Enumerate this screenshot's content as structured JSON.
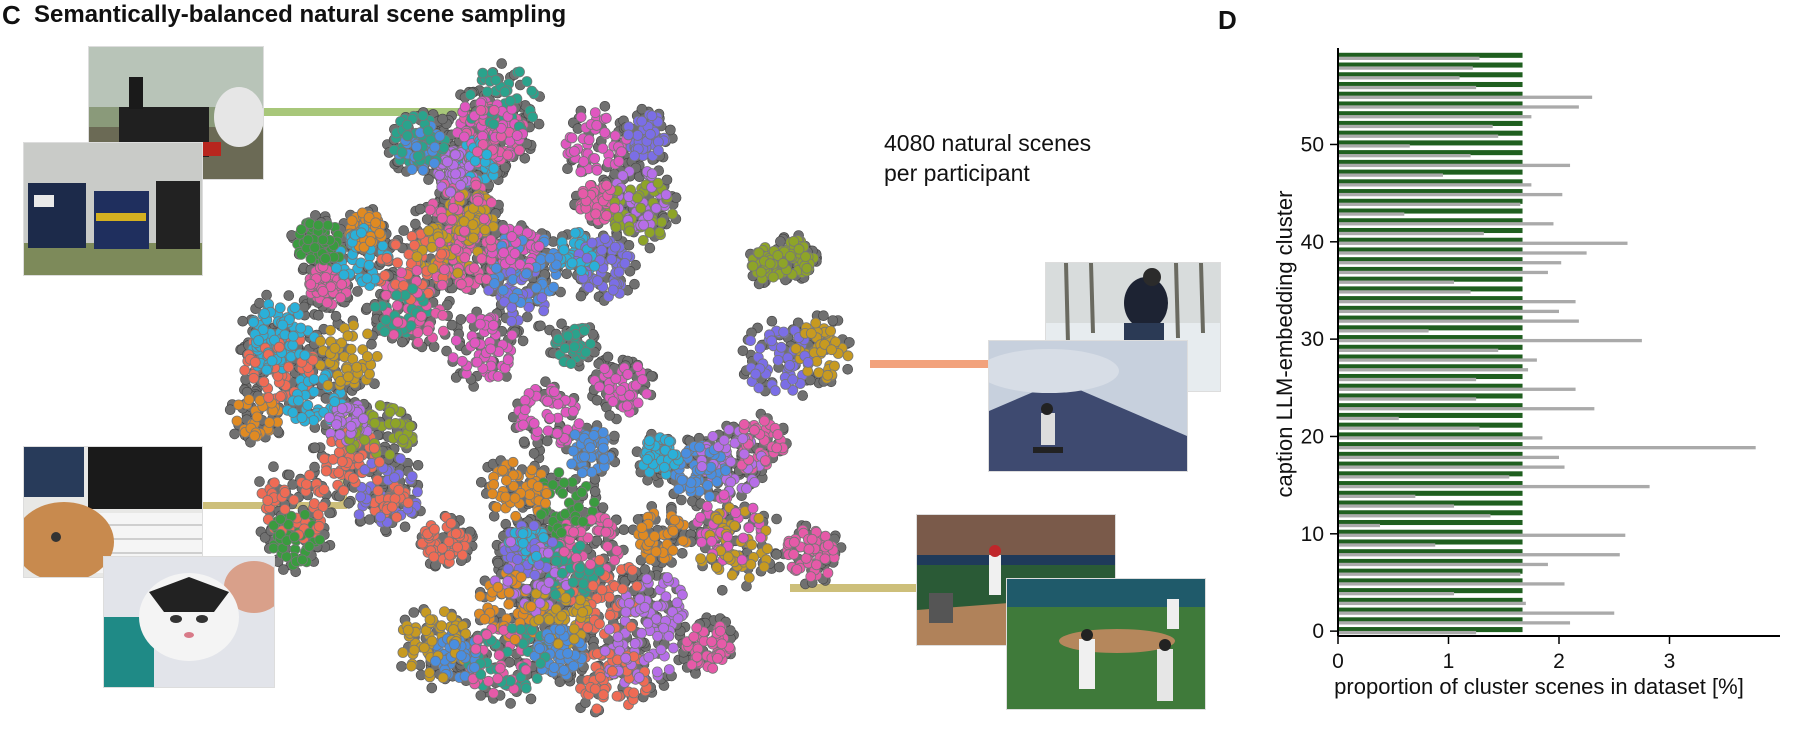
{
  "panels": {
    "c": {
      "label": "C",
      "title": "Semantically-balanced natural scene sampling"
    },
    "d": {
      "label": "D"
    }
  },
  "annotation": {
    "line1": "4080 natural scenes",
    "line2": "per participant"
  },
  "colors": {
    "balanced_bar": "#1f5f1f",
    "dataset_bar": "#aaaaaa",
    "point_outline": "#777777",
    "cluster_palette": [
      "#3a9b3f",
      "#2ab0d9",
      "#7b6ee6",
      "#ef6b55",
      "#e057c0",
      "#2aa38c",
      "#e08a22",
      "#8ea428",
      "#c79a20",
      "#4a8ee0",
      "#b66ee8",
      "#e65aa8"
    ],
    "connector_train": "#a8c77a",
    "connector_snow": "#f2a27c",
    "connector_cat": "#cdbf7a",
    "connector_baseball": "#cdbf7a"
  },
  "icons": [
    "train-photo",
    "snowboard-photo",
    "cat-photo",
    "baseball-photo"
  ],
  "chart_data": [
    {
      "type": "scatter",
      "embedding": "t-SNE of caption LLM-embeddings",
      "title": "",
      "xlabel": "",
      "ylabel": "",
      "grid": false,
      "clusters": 60,
      "total_points_shown": 4080
    },
    {
      "type": "bar",
      "orientation": "horizontal",
      "xlabel": "proportion of cluster scenes in dataset [%]",
      "ylabel": "caption LLM-embedding cluster",
      "xlim": [
        0,
        4
      ],
      "ylim": [
        -0.5,
        59.5
      ],
      "xticks": [
        0,
        1,
        2,
        3
      ],
      "yticks": [
        0,
        10,
        20,
        30,
        40,
        50
      ],
      "grid": false,
      "categories": [
        0,
        1,
        2,
        3,
        4,
        5,
        6,
        7,
        8,
        9,
        10,
        11,
        12,
        13,
        14,
        15,
        16,
        17,
        18,
        19,
        20,
        21,
        22,
        23,
        24,
        25,
        26,
        27,
        28,
        29,
        30,
        31,
        32,
        33,
        34,
        35,
        36,
        37,
        38,
        39,
        40,
        41,
        42,
        43,
        44,
        45,
        46,
        47,
        48,
        49,
        50,
        51,
        52,
        53,
        54,
        55,
        56,
        57,
        58,
        59
      ],
      "series": [
        {
          "values": [
            1.67,
            1.67,
            1.67,
            1.67,
            1.67,
            1.67,
            1.67,
            1.67,
            1.67,
            1.67,
            1.67,
            1.67,
            1.67,
            1.67,
            1.67,
            1.67,
            1.67,
            1.67,
            1.67,
            1.67,
            1.67,
            1.67,
            1.67,
            1.67,
            1.67,
            1.67,
            1.67,
            1.67,
            1.67,
            1.67,
            1.67,
            1.67,
            1.67,
            1.67,
            1.67,
            1.67,
            1.67,
            1.67,
            1.67,
            1.67,
            1.67,
            1.67,
            1.67,
            1.67,
            1.67,
            1.67,
            1.67,
            1.67,
            1.67,
            1.67,
            1.67,
            1.67,
            1.67,
            1.67,
            1.67,
            1.67,
            1.67,
            1.67,
            1.67,
            1.67
          ]
        },
        {
          "values": [
            1.25,
            2.1,
            2.5,
            1.7,
            1.05,
            2.05,
            1.65,
            1.9,
            2.55,
            0.88,
            2.6,
            0.38,
            1.38,
            1.05,
            0.7,
            2.82,
            1.55,
            2.05,
            2.0,
            3.78,
            1.85,
            1.28,
            0.55,
            2.32,
            1.25,
            2.15,
            1.25,
            1.72,
            1.8,
            1.45,
            2.75,
            0.82,
            2.18,
            2.0,
            2.15,
            1.2,
            1.05,
            1.9,
            2.02,
            2.25,
            2.62,
            1.32,
            1.95,
            0.6,
            1.65,
            2.03,
            1.75,
            0.95,
            2.1,
            1.2,
            0.65,
            1.45,
            1.4,
            1.75,
            2.18,
            2.3,
            1.25,
            1.1,
            1.22,
            1.28
          ]
        }
      ]
    }
  ]
}
